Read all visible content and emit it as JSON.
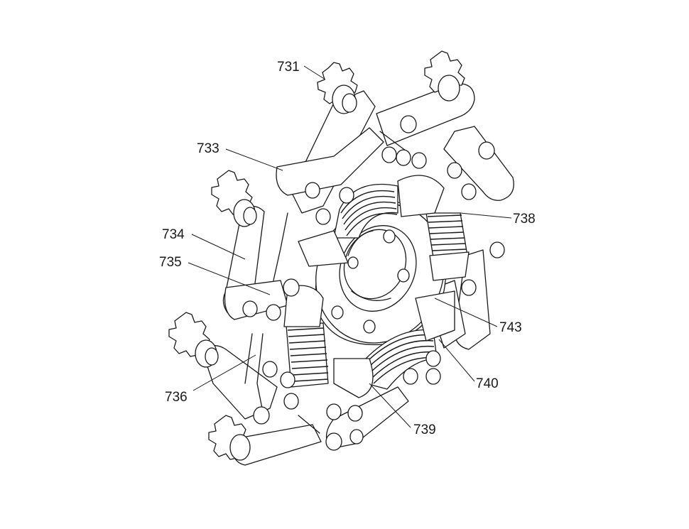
{
  "figure": {
    "labels": {
      "l731": "731",
      "l733": "733",
      "l734": "734",
      "l735": "735",
      "l736": "736",
      "l738": "738",
      "l739": "739",
      "l740": "740",
      "l743": "743"
    }
  }
}
